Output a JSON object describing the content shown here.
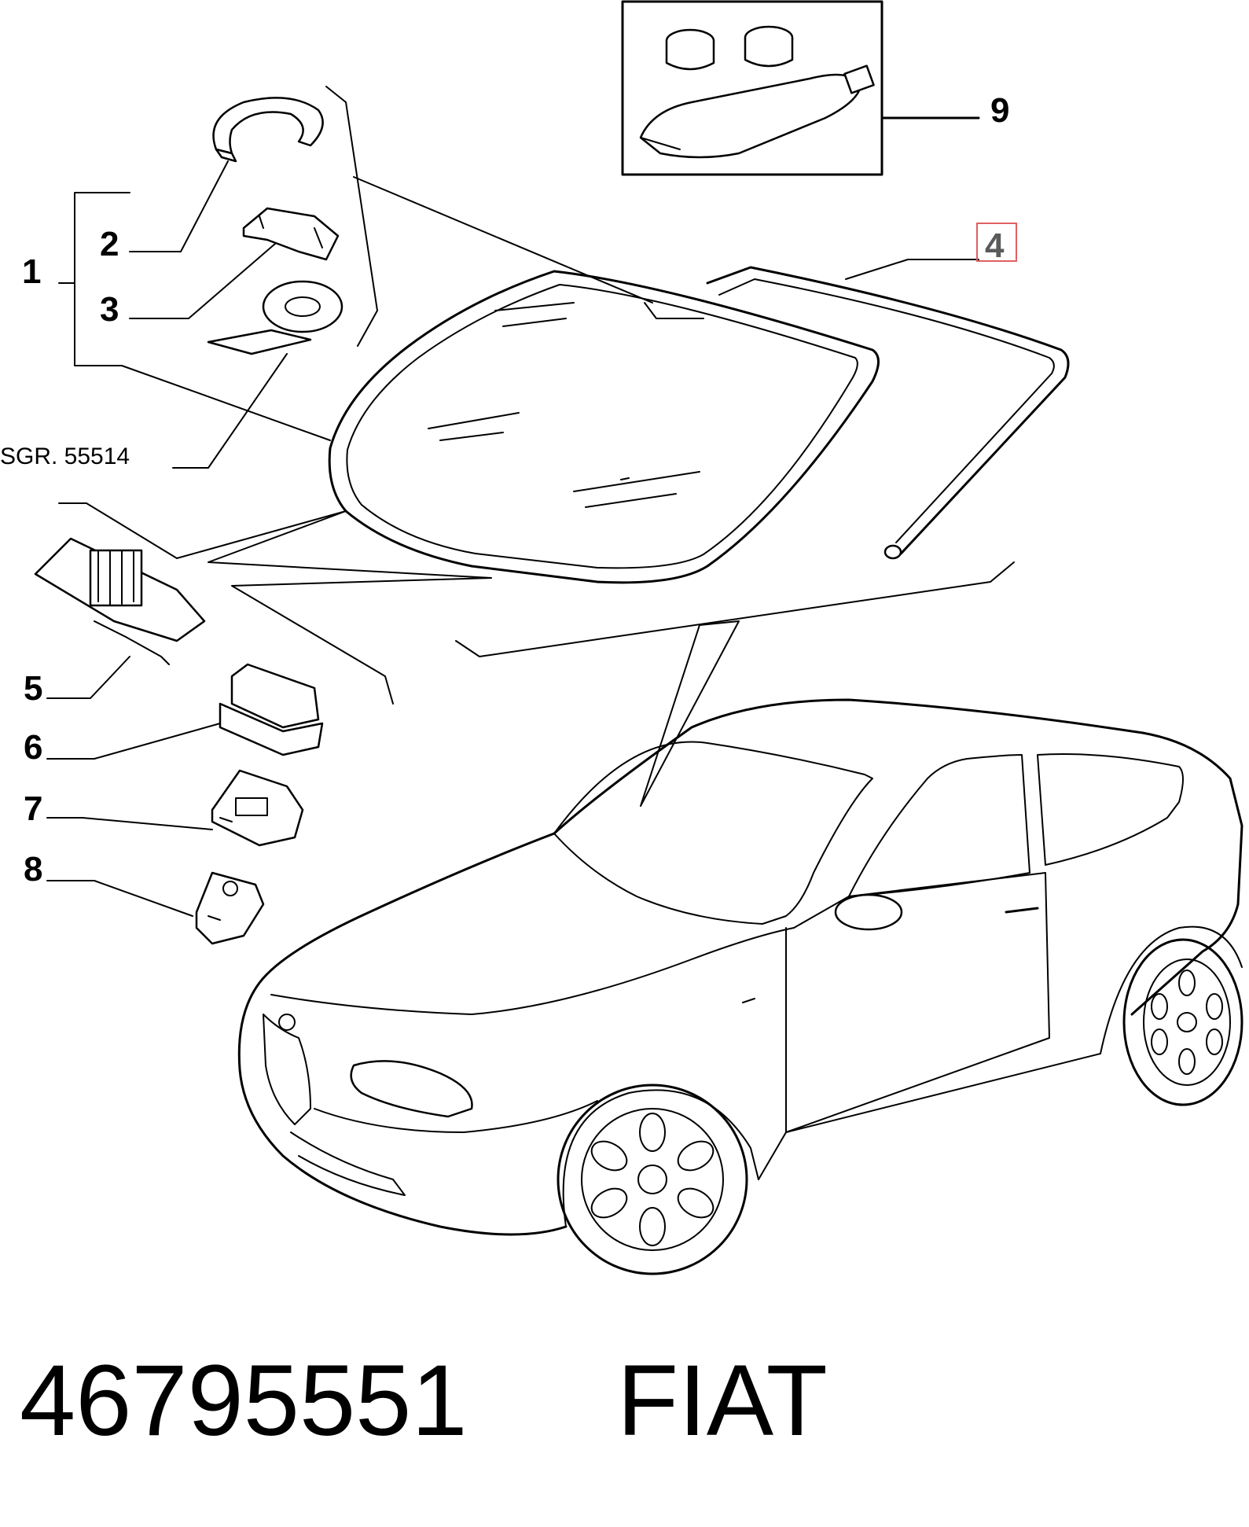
{
  "labels": {
    "l1": "1",
    "l2": "2",
    "l3": "3",
    "l4": "4",
    "l5": "5",
    "l6": "6",
    "l7": "7",
    "l8": "8",
    "l9": "9",
    "sgr": "SGR. 55514"
  },
  "highlight_color": "#e06060",
  "footer": {
    "part_number": "46795551",
    "brand": "FIAT"
  }
}
